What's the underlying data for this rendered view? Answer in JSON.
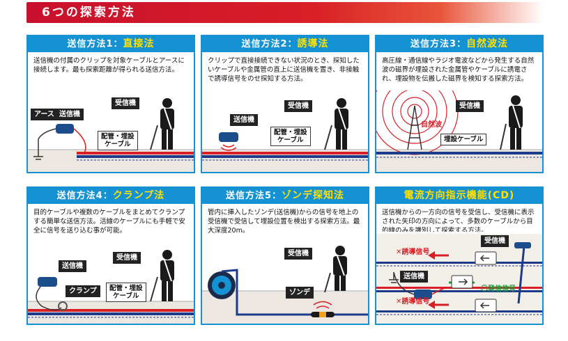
{
  "banner": {
    "title": "6つの探索方法"
  },
  "panels": [
    {
      "prefix": "送信方法1：",
      "highlight": "直接法",
      "description": "送信機の付属のクリップを対象ケーブルとアースに接続します。最も探索距離が得られる送信方法。",
      "labels": {
        "earth": "アース",
        "transmitter": "送信機",
        "receiver": "受信機",
        "pipe_line1": "配管・埋設",
        "pipe_line2": "ケーブル"
      }
    },
    {
      "prefix": "送信方法2：",
      "highlight": "誘導法",
      "description": "クリップで直接接続できない状況のとき、探知したいケーブルや金属管の直上に送信機を置き、非接触で誘導信号をのせ探知する方法。",
      "labels": {
        "transmitter": "送信機",
        "receiver": "受信機",
        "pipe_line1": "配管・埋設",
        "pipe_line2": "ケーブル"
      }
    },
    {
      "prefix": "送信方法3：",
      "highlight": "自然波法",
      "description": "高圧線・通信線やラジオ電波などから発生する自然波の磁界が埋設された金属管やケーブルに誘電され、埋設物を伝搬した磁界を検知する探索方法。",
      "labels": {
        "natural_wave": "自然波",
        "receiver": "受信機",
        "buried_cable": "埋設ケーブル"
      }
    },
    {
      "prefix": "送信方法4：",
      "highlight": "クランプ法",
      "description": "目的ケーブルや複数のケーブルをまとめてクランプする簡単な送信方法。活線のケーブルにも手軽で安全に信号を送り込む事が可能。",
      "labels": {
        "transmitter": "送信機",
        "receiver": "受信機",
        "clamp": "クランプ",
        "pipe_line1": "配管・埋設",
        "pipe_line2": "ケーブル"
      }
    },
    {
      "prefix": "送信方法5：",
      "highlight": "ゾンデ探知法",
      "description": "管内に挿入したゾンデ(送信機)からの信号を地上の受信機で受信して埋設位置を検出する探索方法。最大深度20m。",
      "labels": {
        "receiver": "受信機",
        "sonde": "ゾンデ"
      }
    },
    {
      "title": "電流方向指示機能(CD)",
      "description": "送信機からの一方向の信号を受信し、受信機に表示された矢印の方向によって、多数のケーブルから目的線のみを識別して探索する方法。",
      "labels": {
        "receiver": "受信機",
        "transmitter": "送信機",
        "induced_top": "✕誘導信号",
        "sent": "〇発信信号",
        "induced_bottom": "✕誘導信号"
      }
    }
  ],
  "colors": {
    "accent": "#1592d3",
    "banner_red": "#d81f26",
    "highlight_yellow": "#ffe100",
    "ground": "#ece7e0",
    "cable_red": "#d81f26",
    "cable_blue": "#1e3a8a"
  }
}
